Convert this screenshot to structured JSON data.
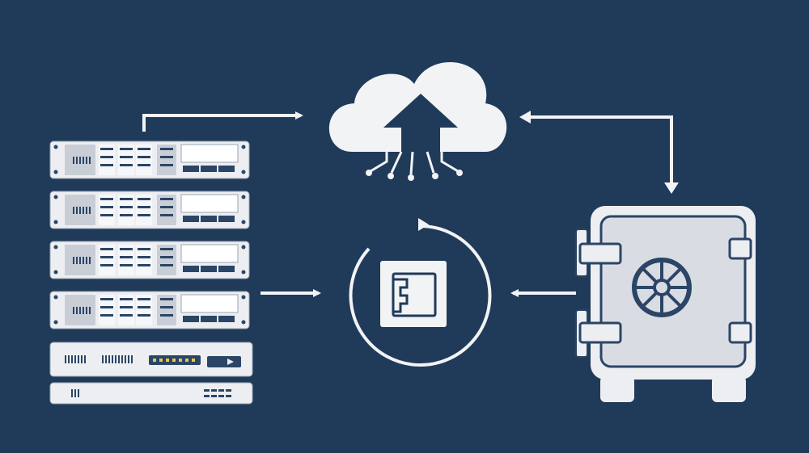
{
  "diagram": {
    "background_color": "#203a5a",
    "foreground_color": "#f2f3f5",
    "panel_color": "#d9dde3",
    "detail_color": "#2b4566",
    "nodes": [
      {
        "id": "server-rack",
        "icon": "server-rack-icon"
      },
      {
        "id": "cloud-upload",
        "icon": "cloud-upload-icon"
      },
      {
        "id": "sync-cycle",
        "icon": "sync-cycle-icon"
      },
      {
        "id": "vault-safe",
        "icon": "safe-vault-icon"
      }
    ],
    "edges": [
      {
        "from": "server-rack",
        "to": "cloud-upload"
      },
      {
        "from": "server-rack",
        "to": "sync-cycle"
      },
      {
        "from": "vault-safe",
        "to": "sync-cycle"
      },
      {
        "from": "cloud-upload",
        "to": "vault-safe",
        "bidirectional": true
      }
    ]
  }
}
